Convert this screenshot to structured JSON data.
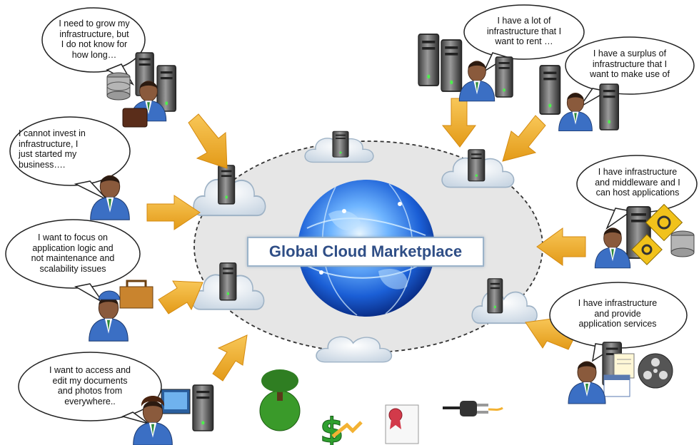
{
  "title": "Global Cloud Marketplace",
  "statements": [
    {
      "id": "grow",
      "text": "I need to grow my\ninfrastructure, but\nI do not know for\nhow long…"
    },
    {
      "id": "rent",
      "text": "I have a lot of\ninfrastructure that I\nwant to rent …"
    },
    {
      "id": "surplus",
      "text": "I have a surplus of\ninfrastructure that I\nwant to make use of"
    },
    {
      "id": "invest",
      "text": "I cannot invest in\ninfrastructure, I\njust started my\nbusiness…."
    },
    {
      "id": "host",
      "text": "I have infrastructure\nand middleware and I\ncan host applications"
    },
    {
      "id": "focus",
      "text": "I want to focus on\napplication logic and\nnot maintenance and\nscalability issues"
    },
    {
      "id": "services",
      "text": "I have infrastructure\nand provide\napplication services"
    },
    {
      "id": "access",
      "text": "I want to access and\nedit my documents\nand photos from\neverywhere.."
    }
  ],
  "colors": {
    "arrow": "#f3b233",
    "arrow_dark": "#e19a1c",
    "ellipse_fill": "#e6e6e6",
    "ellipse_stroke": "#333333",
    "title_text": "#2f4e86",
    "title_border": "#9bb3c9",
    "globe": "#2f7fe0"
  },
  "icons": [
    "server-icon",
    "cloud-icon",
    "person-icon",
    "tree-globe-icon",
    "dollar-icon",
    "certificate-icon",
    "plug-icon",
    "gear-icon",
    "database-icon",
    "film-reel-icon",
    "toolbox-icon",
    "monitor-icon"
  ]
}
